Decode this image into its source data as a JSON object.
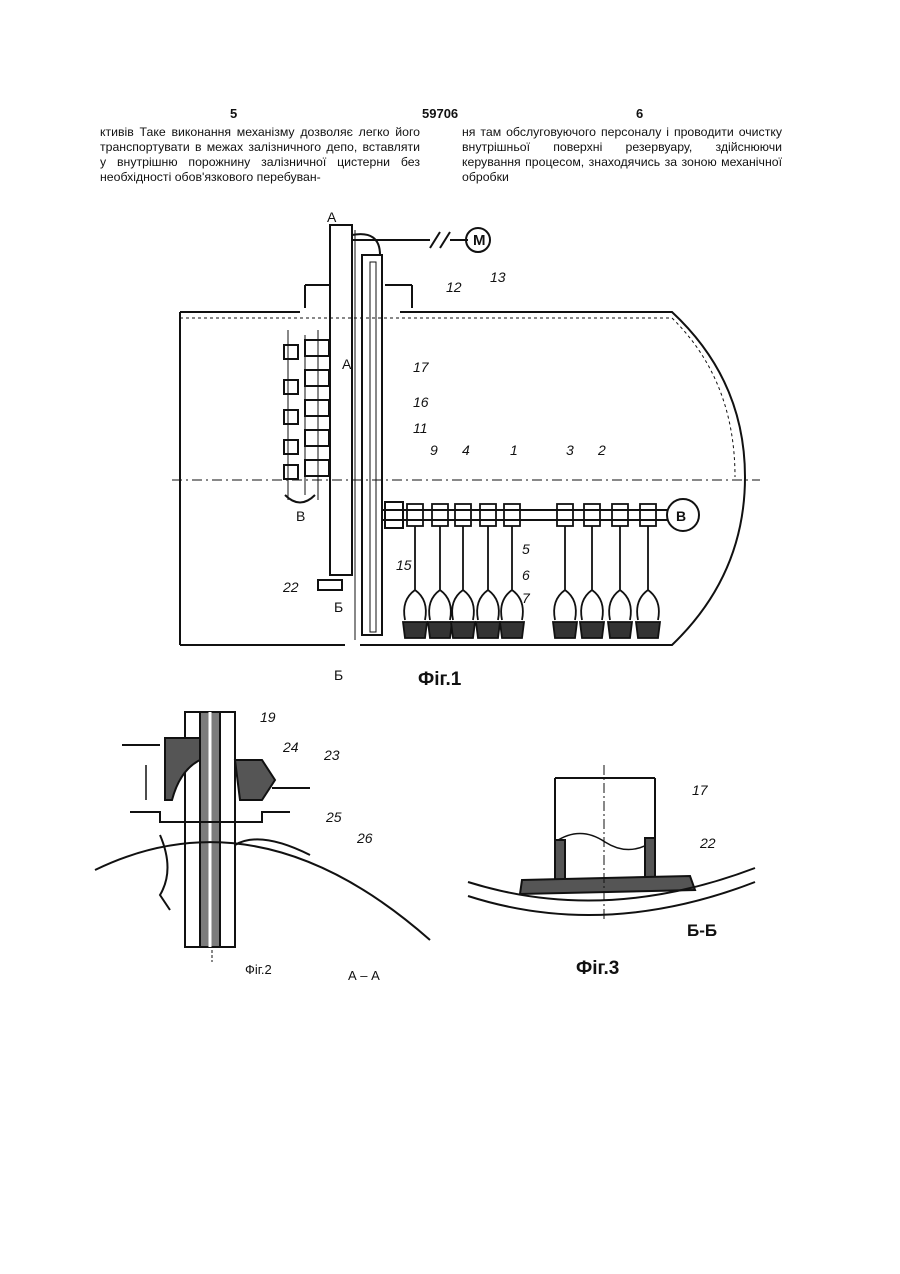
{
  "header": {
    "page_left": "5",
    "patent_number": "59706",
    "page_right": "6"
  },
  "text": {
    "left_column": "ктивів Таке виконання механізму дозволяє легко його транспортувати в межах залізничного депо, вставляти у внутрішню порожнину залізничної цистерни без необхідності обов'язкового перебуван-",
    "right_column": "ня там обслуговуючого персоналу і проводити очистку внутрішньої поверхні резервуару, здійснюючи керування процесом, знаходячись за зоною механічної обробки"
  },
  "figures": {
    "fig1": {
      "caption": "Фіг.1",
      "callouts": [
        "1",
        "2",
        "3",
        "4",
        "5",
        "6",
        "7",
        "9",
        "11",
        "12",
        "13",
        "15",
        "16",
        "17",
        "22"
      ],
      "motor": "M",
      "b_mark": "B",
      "section_a": "A",
      "section_b": "Б"
    },
    "fig2": {
      "caption": "Фіг.2",
      "section": "А – А",
      "callouts": [
        "19",
        "23",
        "24",
        "25",
        "26"
      ]
    },
    "fig3": {
      "caption": "Фіг.3",
      "section": "Б-Б",
      "callouts": [
        "17",
        "22"
      ]
    }
  }
}
